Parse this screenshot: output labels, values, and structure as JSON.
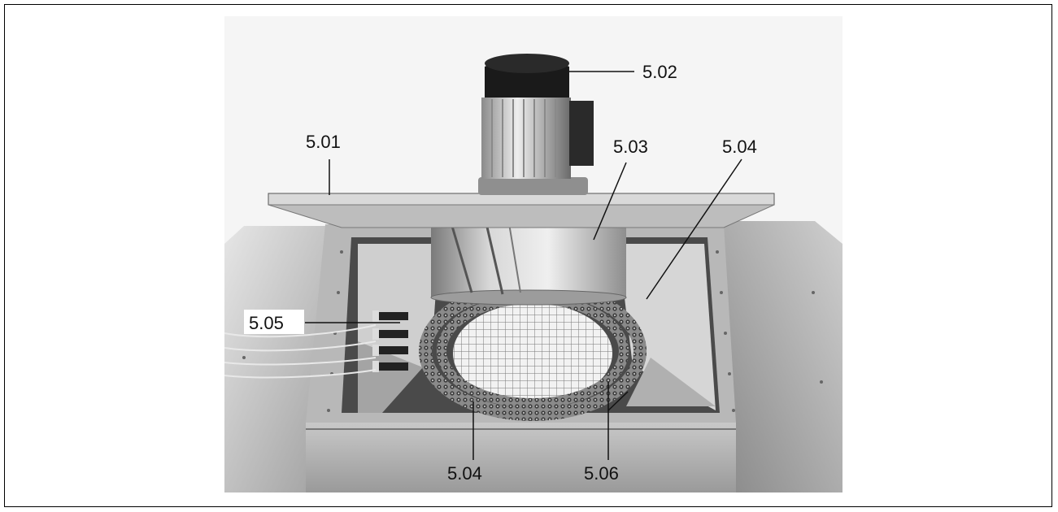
{
  "figure": {
    "frame_color": "#000000",
    "photo_tones": {
      "background": "#f4f4f4",
      "sheet_metal_light": "#d2d2d2",
      "sheet_metal_mid": "#a8a8a8",
      "sheet_metal_dark": "#6e6e6e",
      "motor_cap": "#1a1a1a",
      "heater_coil": "#555555"
    },
    "callouts": [
      {
        "id": "5.01",
        "label": "5.01"
      },
      {
        "id": "5.02",
        "label": "5.02"
      },
      {
        "id": "5.03",
        "label": "5.03"
      },
      {
        "id": "5.04a",
        "label": "5.04"
      },
      {
        "id": "5.05",
        "label": "5.05"
      },
      {
        "id": "5.04b",
        "label": "5.04"
      },
      {
        "id": "5.06",
        "label": "5.06"
      }
    ]
  }
}
